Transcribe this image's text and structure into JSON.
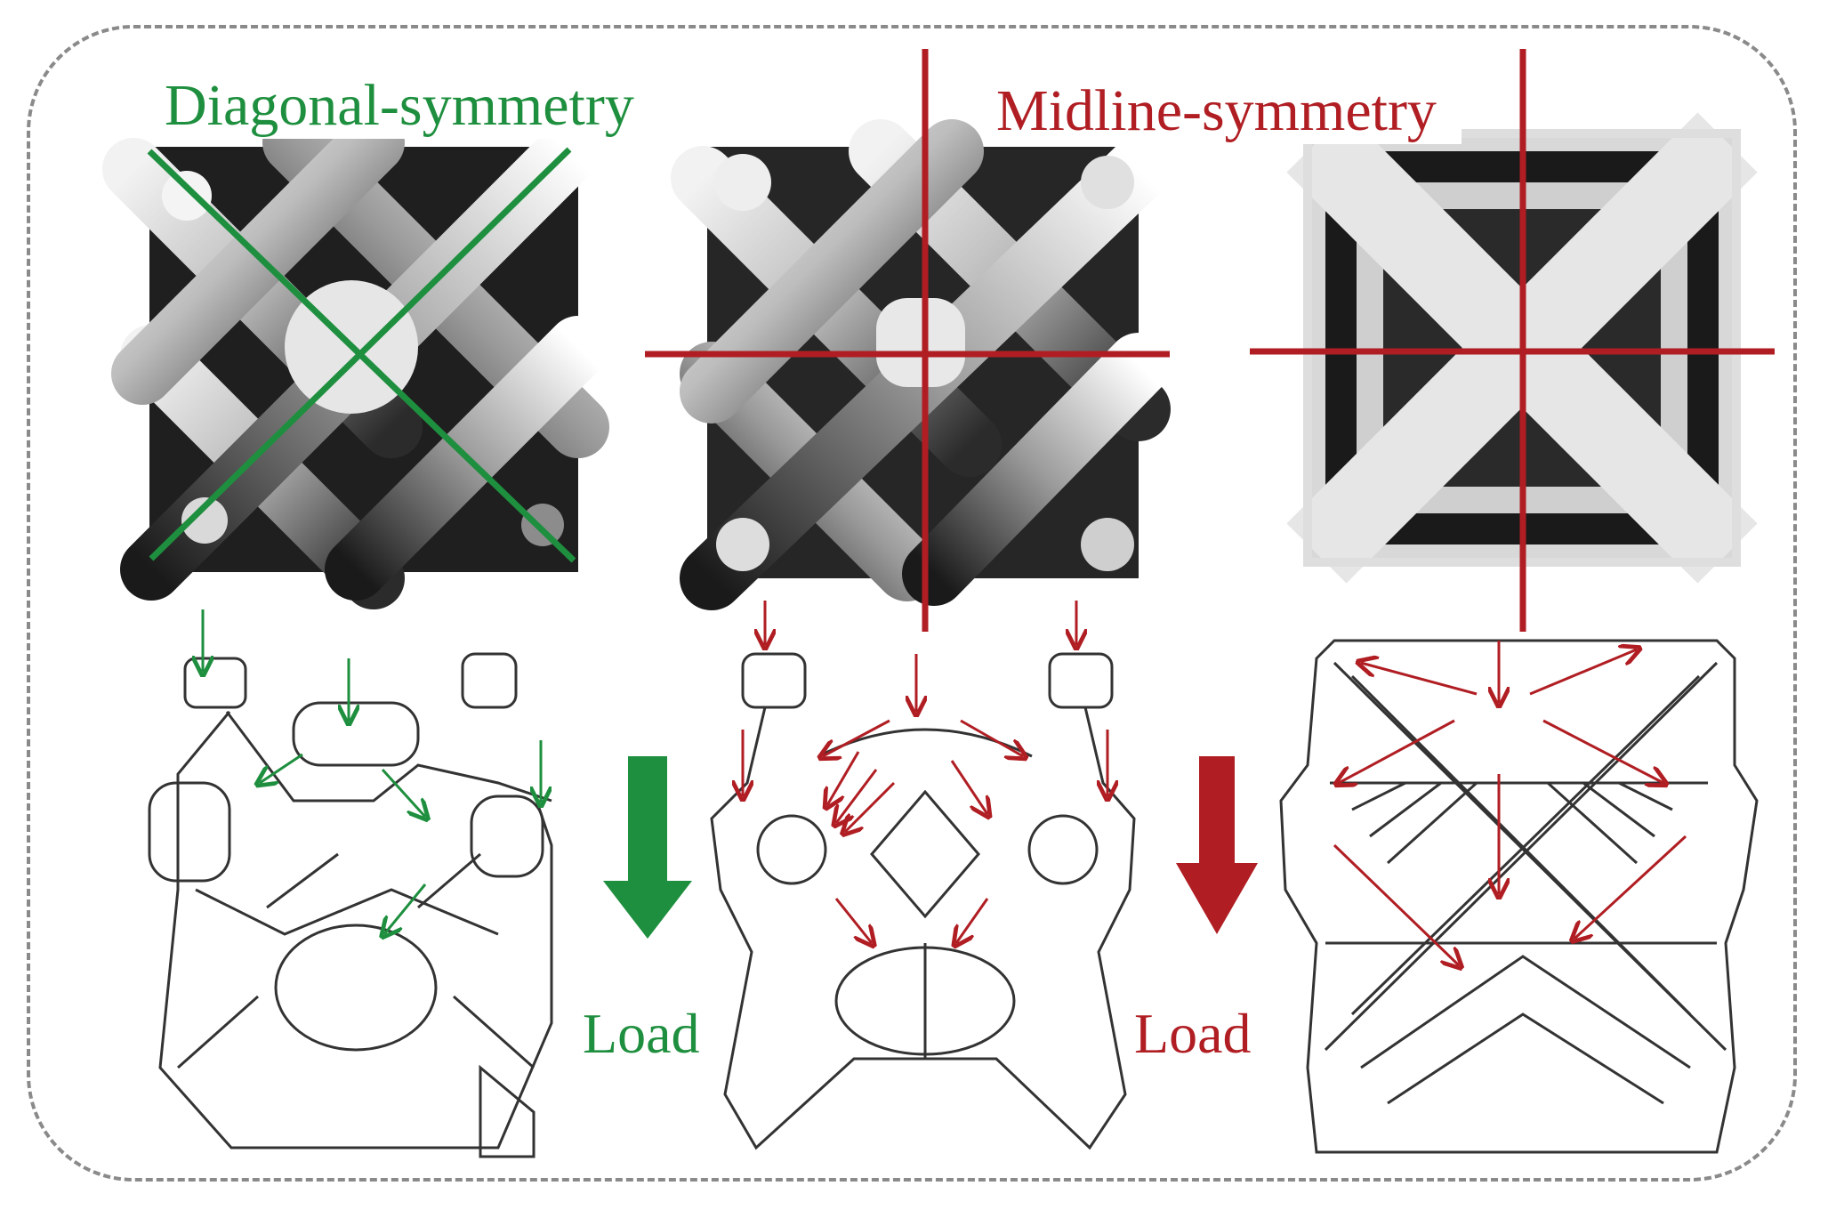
{
  "labels": {
    "diagonal_title": "Diagonal-symmetry",
    "midline_title": "Midline-symmetry",
    "load_left": "Load",
    "load_right": "Load"
  },
  "colors": {
    "diagonal": "#1e8f3e",
    "midline": "#b01e23",
    "frame": "#8a8a8a",
    "sketch": "#333333"
  },
  "panels": [
    {
      "name": "diagonal-lattice-render",
      "symmetry": "diagonal"
    },
    {
      "name": "midline-lattice-render-a",
      "symmetry": "midline"
    },
    {
      "name": "midline-lattice-render-b",
      "symmetry": "midline"
    }
  ]
}
